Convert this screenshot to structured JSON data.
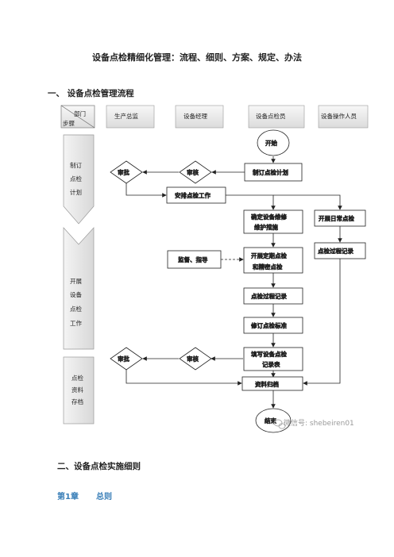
{
  "doc": {
    "title": "设备点检精细化管理：流程、细则、方案、规定、办法",
    "section1": "一、 设备点检管理流程",
    "section2": "二、设备点检实施细则",
    "chapter_num": "第1章",
    "chapter_title": "总则"
  },
  "flow": {
    "header_dept": "部门",
    "header_step": "步骤",
    "columns": [
      "生产总监",
      "设备经理",
      "设备点检员",
      "设备操作人员"
    ],
    "phases": {
      "plan": [
        "制订",
        "点检",
        "计划"
      ],
      "execute": [
        "开展",
        "设备",
        "点检",
        "工作"
      ],
      "archive": [
        "点检",
        "资料",
        "存档"
      ]
    },
    "nodes": {
      "start": "开始",
      "approve1": "审批",
      "review1": "审核",
      "make_plan": "制订点检计划",
      "arrange": "安排点检工作",
      "determine_1": "确定设备维修",
      "determine_2": "维护措施",
      "daily": "开展日常点检",
      "process_record_op": "点检过程记录",
      "supervise": "监督、指导",
      "periodic_1": "开展定期点检",
      "periodic_2": "和精密点检",
      "process_record": "点检过程记录",
      "revise": "修订点检标准",
      "fill_1": "填写设备点检",
      "fill_2": "记录表",
      "archive_node": "资料归档",
      "approve2": "审批",
      "review2": "审核",
      "end": "结束"
    }
  },
  "watermark": "微信号: shebeiren01"
}
